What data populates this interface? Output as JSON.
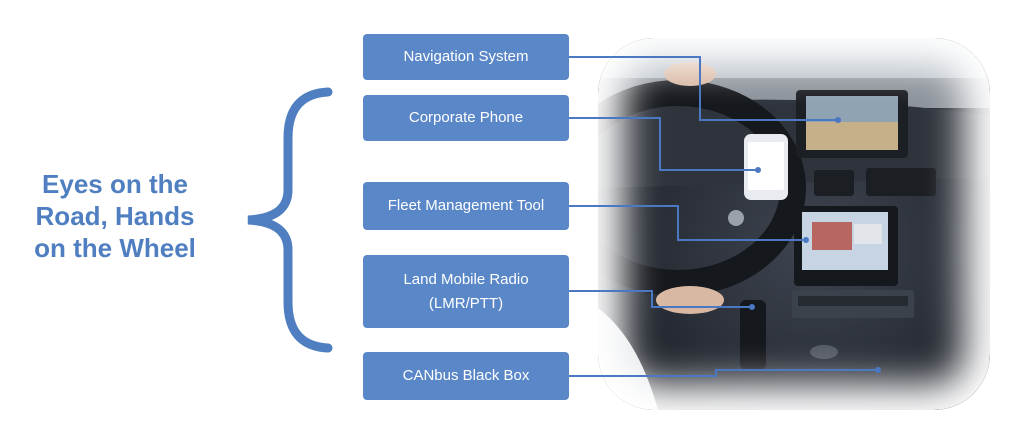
{
  "headline": {
    "line1": "Eyes on the",
    "line2": "Road, Hands",
    "line3": "on the Wheel"
  },
  "components": [
    {
      "label": "Navigation System"
    },
    {
      "label": "Corporate Phone"
    },
    {
      "label": "Fleet Management Tool"
    },
    {
      "label_line1": "Land Mobile Radio",
      "label_line2": "(LMR/PTT)"
    },
    {
      "label": "CANbus Black Box"
    }
  ],
  "colors": {
    "accent": "#4f7fc0",
    "box_fill": "#5a87c8",
    "box_text": "#ffffff",
    "connector": "#4a78c2"
  }
}
